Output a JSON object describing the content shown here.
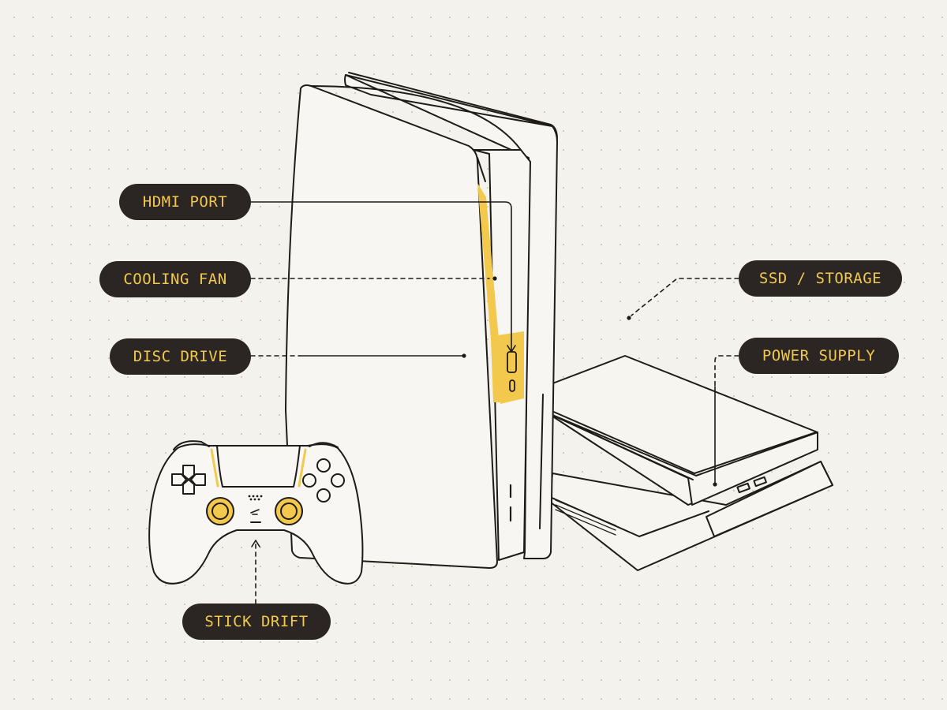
{
  "colors": {
    "background": "#f3f2ec",
    "line": "#1e1b19",
    "accent": "#f2c94c",
    "pill": "#2b2624"
  },
  "labels": {
    "hdmi_port": "HDMI PORT",
    "cooling_fan": "COOLING FAN",
    "disc_drive": "DISC DRIVE",
    "ssd_storage": "SSD / STORAGE",
    "power_supply": "POWER SUPPLY",
    "stick_drift": "STICK DRIFT"
  },
  "icons": {
    "controller": "gamepad-icon",
    "tall_console": "ps5-console-illustration",
    "flat_console": "ps4-console-illustration"
  }
}
